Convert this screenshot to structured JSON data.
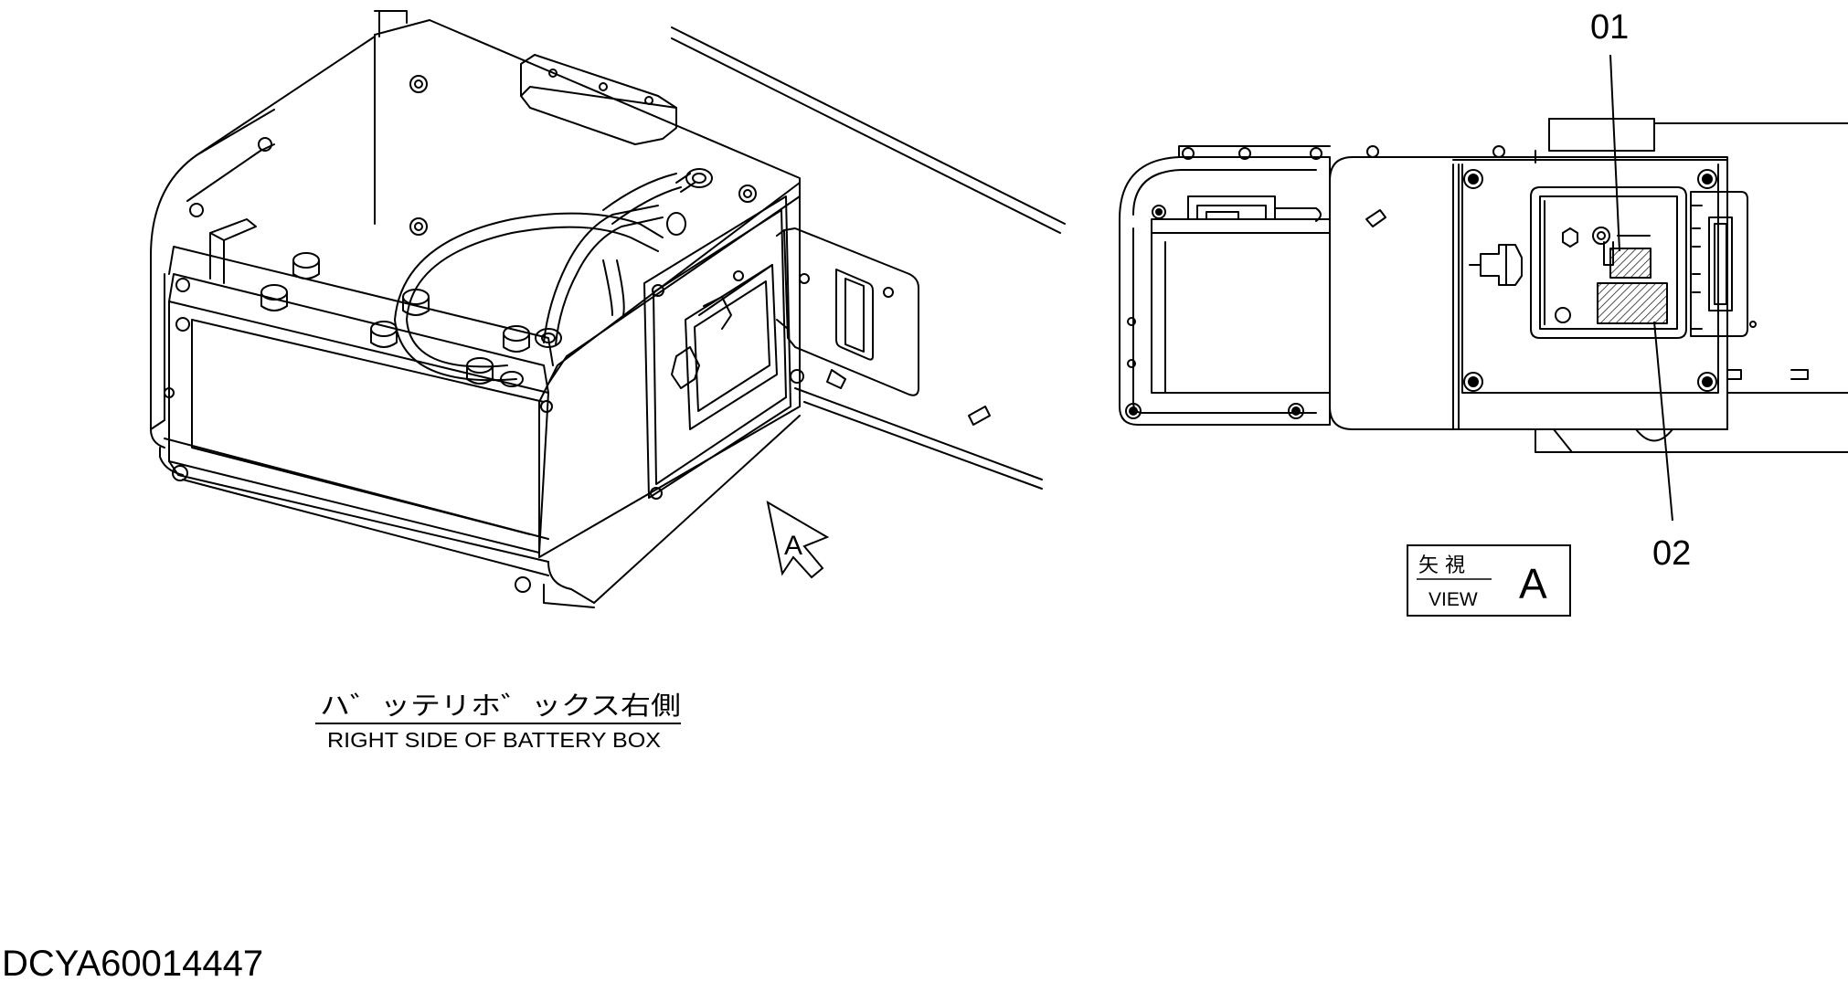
{
  "callouts": {
    "part_01": "01",
    "part_02": "02"
  },
  "view_label": {
    "jp": "矢 視",
    "en": "VIEW",
    "letter": "A"
  },
  "view_arrow_letter": "A",
  "caption": {
    "jp": "ハ゛ッテリホ゛ックス右側",
    "en": "RIGHT SIDE OF BATTERY BOX"
  },
  "drawing_number": "DCYA60014447",
  "colors": {
    "line": "#000000",
    "background": "#ffffff"
  }
}
